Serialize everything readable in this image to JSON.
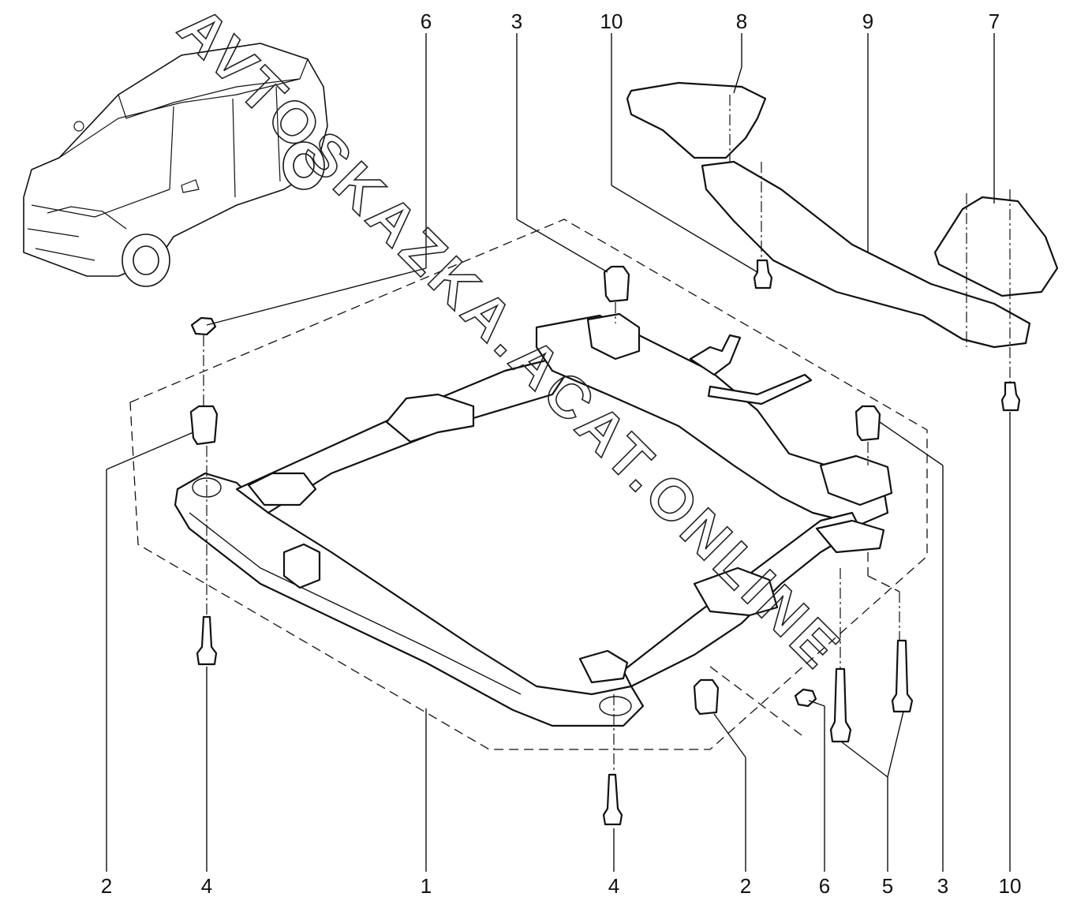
{
  "figure": {
    "watermark": "AVTOSKAZKA.ACAT.ONLINE",
    "callouts_top": [
      "6",
      "3",
      "10",
      "8",
      "9",
      "7"
    ],
    "callouts_bottom": [
      "2",
      "4",
      "1",
      "4",
      "2",
      "6",
      "5",
      "3",
      "10"
    ]
  }
}
